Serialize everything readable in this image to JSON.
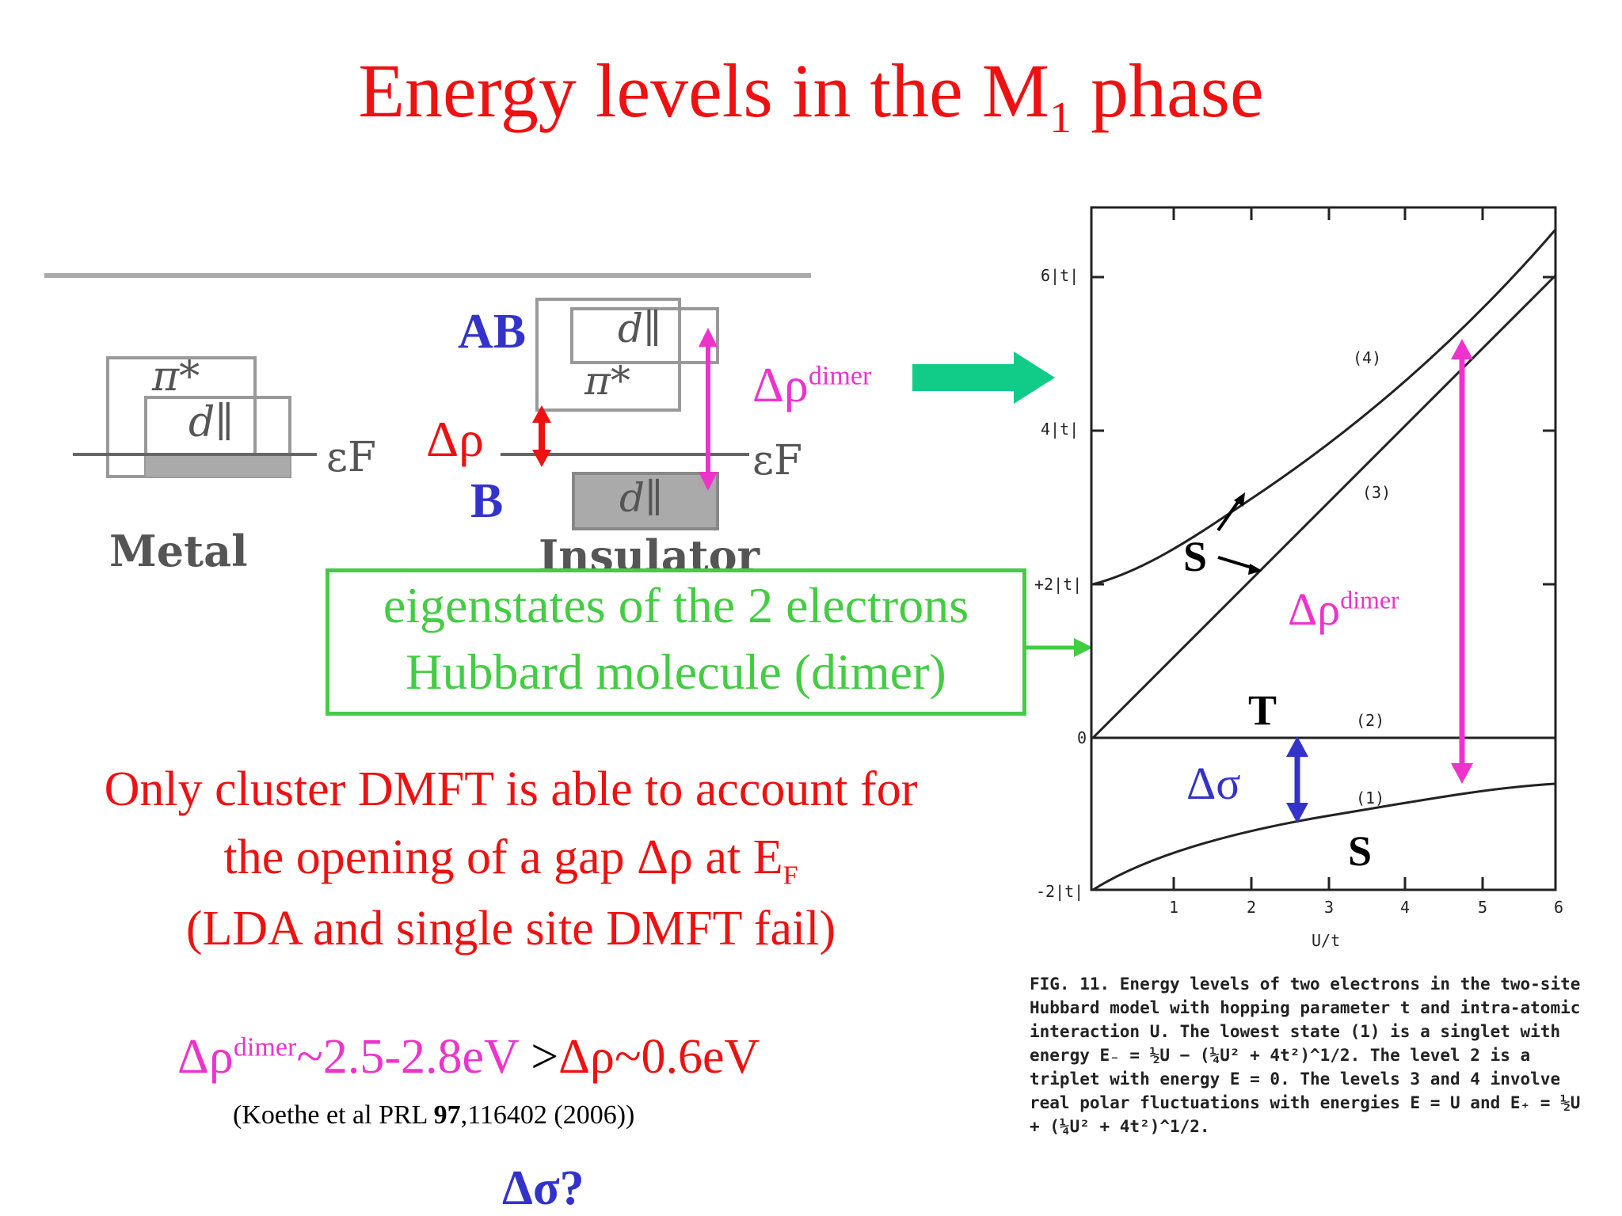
{
  "title": {
    "main": "Energy levels in the M",
    "subscript": "1",
    "tail": " phase"
  },
  "left_diagram": {
    "metal": {
      "label": "Metal",
      "pi_star": "π*",
      "d_par": "d∥",
      "ef": "εF"
    },
    "insulator": {
      "label": "Insulator",
      "pi_star": "π*",
      "d_par_top": "d∥",
      "d_par_bottom": "d∥",
      "ef": "εF"
    },
    "ab_label": "AB",
    "b_label": "B",
    "delta_rho": "Δρ",
    "delta_rho_dimer": {
      "base": "Δρ",
      "sup": "dimer"
    }
  },
  "green_box": {
    "line1": "eigenstates of the 2 electrons",
    "line2": "Hubbard molecule (dimer)"
  },
  "conclusion": {
    "line1": "Only cluster DMFT is able to account for",
    "line2_pre": "the opening of a gap Δρ at E",
    "line2_sub": "F",
    "line3": "(LDA and single site DMFT fail)"
  },
  "comparison": {
    "left_base": "Δρ",
    "left_sup": "dimer",
    "left_tail": "~2.5-2.8eV",
    "gt": " >",
    "right": "Δρ~0.6eV"
  },
  "reference": {
    "pre": "(Koethe et al PRL ",
    "bold": "97",
    "post": ",116402 (2006))"
  },
  "question": "Δσ?",
  "plot": {
    "y_ticks": [
      "6|t|",
      "4|t|",
      "+2|t|",
      "0",
      "-2|t|"
    ],
    "x_ticks": [
      "1",
      "2",
      "3",
      "4",
      "5",
      "6"
    ],
    "x_label": "U/t",
    "level_labels": [
      "(4)",
      "(3)",
      "(2)",
      "(1)"
    ],
    "s_upper": "S",
    "s_lower": "S",
    "t_label": "T",
    "delta_sigma": "Δσ",
    "delta_rho_dimer": {
      "base": "Δρ",
      "sup": "dimer"
    }
  },
  "caption": "FIG. 11. Energy levels of two electrons in the two-site Hubbard model with hopping parameter t and intra-atomic interaction U. The lowest state (1) is a singlet with energy E₋ = ½U − (¼U² + 4t²)^1/2. The level 2 is a triplet with energy E = 0. The levels 3 and 4 involve real polar fluctuations with energies E = U and E₊ = ½U + (¼U² + 4t²)^1/2.",
  "colors": {
    "title": "#ee1111",
    "blue": "#3333cc",
    "magenta": "#ee33cc",
    "green": "#44cc44",
    "teal_arrow": "#11cc88"
  }
}
